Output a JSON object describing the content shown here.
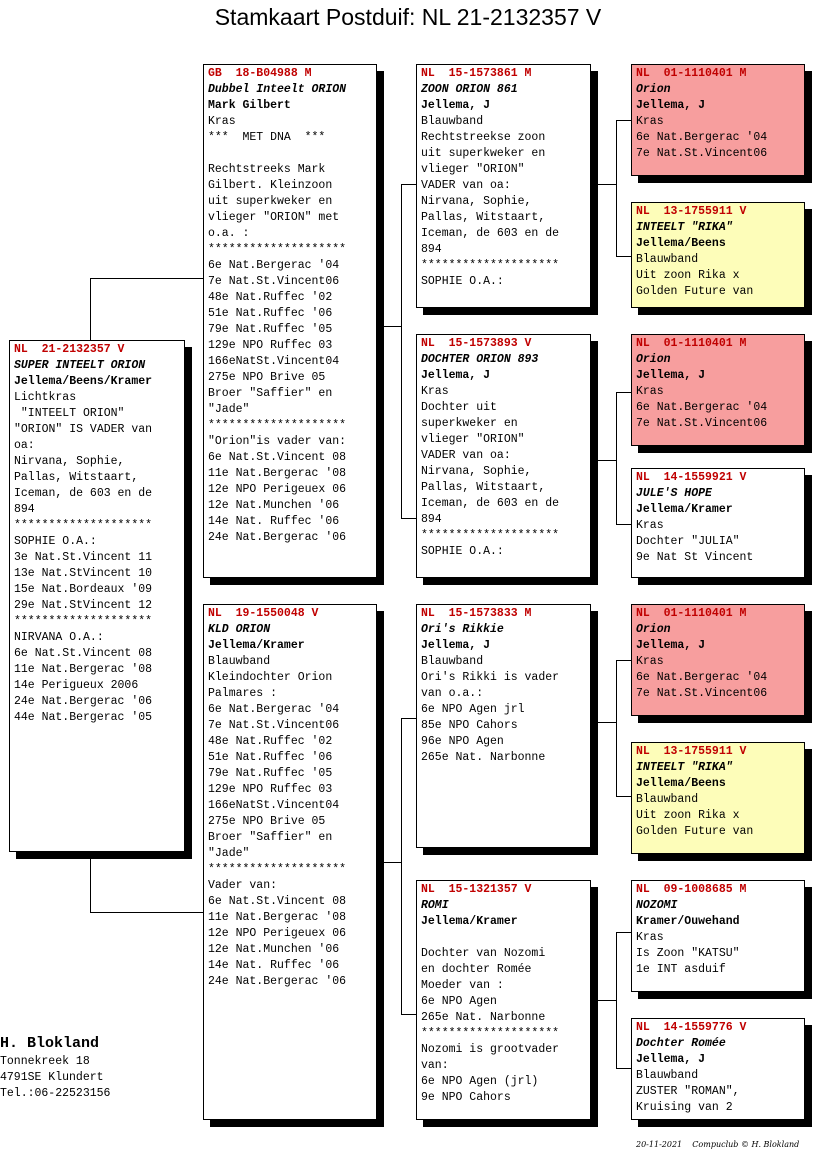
{
  "title": "Stamkaart Postduif: NL  21-2132357 V",
  "cards": {
    "subject": {
      "ring": "NL  21-2132357 V",
      "name": "SUPER INTEELT ORION",
      "owner": "Jellema/Beens/Kramer",
      "lines": [
        "Lichtkras",
        " \"INTEELT ORION\"",
        "\"ORION\" IS VADER van",
        "oa:",
        "Nirvana, Sophie,",
        "Pallas, Witstaart,",
        "Iceman, de 603 en de",
        "894",
        "********************",
        "SOPHIE O.A.:",
        "3e Nat.St.Vincent 11",
        "13e Nat.StVincent 10",
        "15e Nat.Bordeaux '09",
        "29e Nat.StVincent 12",
        "********************",
        "NIRVANA O.A.:",
        "6e Nat.St.Vincent 08",
        "11e Nat.Bergerac '08",
        "14e Perigueux 2006",
        "24e Nat.Bergerac '06",
        "44e Nat.Bergerac '05"
      ]
    },
    "father": {
      "ring": "GB  18-B04988 M",
      "name": "Dubbel Inteelt ORION",
      "owner": "Mark Gilbert",
      "lines": [
        "Kras",
        "***  MET DNA  ***",
        "",
        "Rechtstreeks Mark",
        "Gilbert. Kleinzoon",
        "uit superkweker en",
        "vlieger \"ORION\" met",
        "o.a. :",
        "********************",
        "6e Nat.Bergerac '04",
        "7e Nat.St.Vincent06",
        "48e Nat.Ruffec '02",
        "51e Nat.Ruffec '06",
        "79e Nat.Ruffec '05",
        "129e NPO Ruffec 03",
        "166eNatSt.Vincent04",
        "275e NPO Brive 05",
        "Broer \"Saffier\" en",
        "\"Jade\"",
        "********************",
        "\"Orion\"is vader van:",
        "6e Nat.St.Vincent 08",
        "11e Nat.Bergerac '08",
        "12e NPO Perigeuex 06",
        "12e Nat.Munchen '06",
        "14e Nat. Ruffec '06",
        "24e Nat.Bergerac '06"
      ]
    },
    "mother": {
      "ring": "NL  19-1550048 V",
      "name": "KLD ORION",
      "owner": "Jellema/Kramer",
      "lines": [
        "Blauwband",
        "Kleindochter Orion",
        "Palmares :",
        "6e Nat.Bergerac '04",
        "7e Nat.St.Vincent06",
        "48e Nat.Ruffec '02",
        "51e Nat.Ruffec '06",
        "79e Nat.Ruffec '05",
        "129e NPO Ruffec 03",
        "166eNatSt.Vincent04",
        "275e NPO Brive 05",
        "Broer \"Saffier\" en",
        "\"Jade\"",
        "********************",
        "Vader van:",
        "6e Nat.St.Vincent 08",
        "11e Nat.Bergerac '08",
        "12e NPO Perigeuex 06",
        "12e Nat.Munchen '06",
        "14e Nat. Ruffec '06",
        "24e Nat.Bergerac '06"
      ]
    },
    "ff": {
      "ring": "NL  15-1573861 M",
      "name": "ZOON ORION 861",
      "owner": "Jellema, J",
      "lines": [
        "Blauwband",
        "Rechtstreekse zoon",
        "uit superkweker en",
        "vlieger \"ORION\"",
        "VADER van oa:",
        "Nirvana, Sophie,",
        "Pallas, Witstaart,",
        "Iceman, de 603 en de",
        "894",
        "********************",
        "SOPHIE O.A.:"
      ]
    },
    "fm": {
      "ring": "NL  15-1573893 V",
      "name": "DOCHTER ORION 893",
      "owner": "Jellema, J",
      "lines": [
        "Kras",
        "Dochter uit",
        "superkweker en",
        "vlieger \"ORION\"",
        "VADER van oa:",
        "Nirvana, Sophie,",
        "Pallas, Witstaart,",
        "Iceman, de 603 en de",
        "894",
        "********************",
        "SOPHIE O.A.:"
      ]
    },
    "mf": {
      "ring": "NL  15-1573833 M",
      "name": "Ori's Rikkie",
      "owner": "Jellema, J",
      "lines": [
        "Blauwband",
        "Ori's Rikki is vader",
        "van o.a.:",
        "6e NPO Agen jrl",
        "85e NPO Cahors",
        "96e NPO Agen",
        "265e Nat. Narbonne"
      ]
    },
    "mm": {
      "ring": "NL  15-1321357 V",
      "name": "ROMI",
      "owner": "Jellema/Kramer",
      "lines": [
        "",
        "Dochter van Nozomi",
        "en dochter Romée",
        "Moeder van :",
        "6e NPO Agen",
        "265e Nat. Narbonne",
        "********************",
        "Nozomi is grootvader",
        "van:",
        "6e NPO Agen (jrl)",
        "9e NPO Cahors"
      ]
    },
    "fff": {
      "ring": "NL  01-1110401 M",
      "name": "Orion",
      "owner": "Jellema, J",
      "lines": [
        "Kras",
        "6e Nat.Bergerac '04",
        "7e Nat.St.Vincent06"
      ]
    },
    "ffm": {
      "ring": "NL  13-1755911 V",
      "name": "INTEELT \"RIKA\"",
      "owner": "Jellema/Beens",
      "lines": [
        "Blauwband",
        "Uit zoon Rika x",
        "Golden Future van"
      ]
    },
    "fmf": {
      "ring": "NL  01-1110401 M",
      "name": "Orion",
      "owner": "Jellema, J",
      "lines": [
        "Kras",
        "6e Nat.Bergerac '04",
        "7e Nat.St.Vincent06"
      ]
    },
    "fmm": {
      "ring": "NL  14-1559921 V",
      "name": "JULE'S HOPE",
      "owner": "Jellema/Kramer",
      "lines": [
        "Kras",
        "Dochter \"JULIA\"",
        "9e Nat St Vincent"
      ]
    },
    "mff": {
      "ring": "NL  01-1110401 M",
      "name": "Orion",
      "owner": "Jellema, J",
      "lines": [
        "Kras",
        "6e Nat.Bergerac '04",
        "7e Nat.St.Vincent06"
      ]
    },
    "mfm": {
      "ring": "NL  13-1755911 V",
      "name": "INTEELT \"RIKA\"",
      "owner": "Jellema/Beens",
      "lines": [
        "Blauwband",
        "Uit zoon Rika x",
        "Golden Future van"
      ]
    },
    "mmf": {
      "ring": "NL  09-1008685 M",
      "name": "NOZOMI",
      "owner": "Kramer/Ouwehand",
      "lines": [
        "Kras",
        "Is Zoon \"KATSU\"",
        "1e INT asduif"
      ]
    },
    "mmm": {
      "ring": "NL  14-1559776 V",
      "name": "Dochter Romée",
      "owner": "Jellema, J",
      "lines": [
        "Blauwband",
        "ZUSTER \"ROMAN\",",
        "Kruising van 2"
      ]
    }
  },
  "owner_info": {
    "name": "H. Blokland",
    "street": "Tonnekreek 18",
    "city": "4791SE  Klundert",
    "phone": "Tel.:06-22523156"
  },
  "footer": "20-11-2021    Compuclub © H. Blokland",
  "colors": {
    "ring": "#c00000",
    "pink": "#f79e9e",
    "yellow": "#fdfdb9"
  }
}
